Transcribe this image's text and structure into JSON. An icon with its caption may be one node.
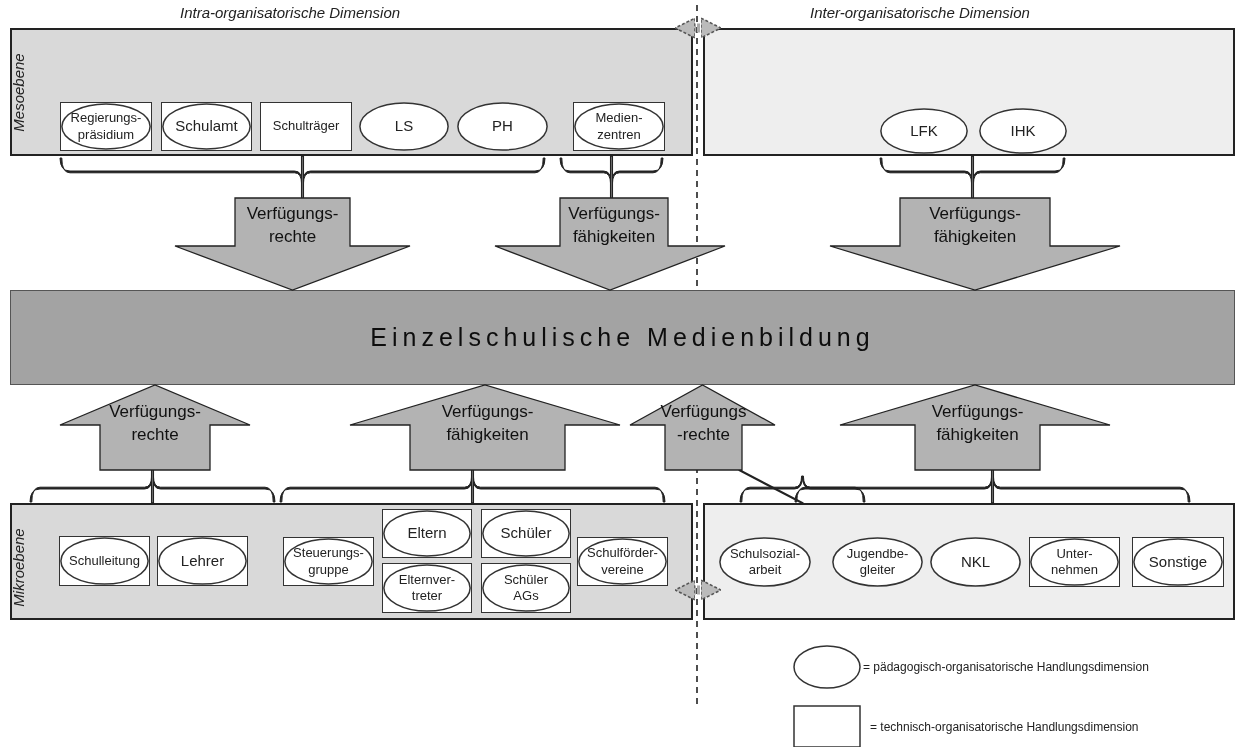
{
  "diagram": {
    "nodes": [
      {
        "text": [],
        "shape": "box"
      },
      {
        "text": [
          "Regierungs- präsidium"
        ],
        "in": 0
      },
      {
        "text": [
          "Schulamt"
        ],
        "in": 0
      },
      {
        "text": [
          "Schulträger"
        ],
        "in": 0
      },
      {
        "text": [
          "LS"
        ],
        "in": 0
      },
      {
        "text": [
          "PH"
        ],
        "in": 0
      },
      {
        "text": [
          "Medien- zentren"
        ],
        "in": 0
      },
      {
        "text": [],
        "shape": "box"
      },
      {
        "text": [
          "LFK"
        ],
        "in": 7
      },
      {
        "text": [
          "IHK"
        ],
        "in": 7
      },
      {
        "text": [
          "Einzelschulische Medienbildung"
        ]
      },
      {
        "text": [],
        "shape": "box"
      },
      {
        "text": [
          "Schulleitung"
        ],
        "in": 11
      },
      {
        "text": [
          "Lehrer"
        ],
        "in": 11
      },
      {
        "text": [
          "Steuerungs- gruppe"
        ],
        "in": 11
      },
      {
        "text": [
          "Eltern"
        ],
        "in": 11
      },
      {
        "text": [
          "Schüler"
        ],
        "in": 11
      },
      {
        "text": [
          "Elternver- treter"
        ],
        "in": 11
      },
      {
        "text": [
          "Schüler AGs"
        ],
        "in": 11
      },
      {
        "text": [
          "Schulförder- vereine"
        ],
        "in": 11
      },
      {
        "text": [],
        "shape": "box"
      },
      {
        "text": [
          "Schulsozial- arbeit"
        ],
        "in": 20
      },
      {
        "text": [
          "Jugendbe- gleiter"
        ],
        "in": 20
      },
      {
        "text": [
          "NKL"
        ],
        "in": 20
      },
      {
        "text": [
          "Unter- nehmen"
        ],
        "in": 20
      },
      {
        "text": [
          "Sonstige"
        ],
        "in": 20
      }
    ],
    "edges": [
      {
        "from": 0,
        "to": 7,
        "arrow": "both",
        "style": "dashed",
        "color": "#aaaaaa"
      },
      {
        "from": 11,
        "to": 20,
        "arrow": "both",
        "style": "dashed",
        "color": "#aaaaaa"
      },
      {
        "from": 0,
        "to": 10,
        "arrow": "to",
        "style": "thick",
        "label": "Verfügungs- rechte"
      },
      {
        "from": 0,
        "to": 10,
        "arrow": "to",
        "style": "thick",
        "label": "Verfügungs- fähigkeiten"
      },
      {
        "from": 7,
        "to": 10,
        "arrow": "to",
        "style": "thick",
        "label": "Verfügungs- fähigkeiten"
      },
      {
        "from": 11,
        "to": 10,
        "arrow": "to",
        "style": "thick",
        "label": "Verfügungs- rechte"
      },
      {
        "from": 11,
        "to": 10,
        "arrow": "to",
        "style": "thick",
        "label": "Verfügungs- fähigkeiten"
      },
      {
        "from": 20,
        "to": 10,
        "arrow": "to",
        "style": "thick",
        "label": "Verfügungs -rechte"
      },
      {
        "from": 20,
        "to": 10,
        "arrow": "to",
        "style": "thick",
        "label": "Verfügungs- fähigkeiten"
      }
    ],
    "labels": [
      "Intra-organisatorische Dimension",
      "Inter-organisatorische Dimension",
      "Mesoebene",
      "Mikroebene"
    ],
    "legend": [
      {
        "text": "= pädagogisch-organisatorische Handlungsdimension"
      },
      {
        "text": "= technisch-organisatorische Handlungsdimension"
      }
    ]
  }
}
